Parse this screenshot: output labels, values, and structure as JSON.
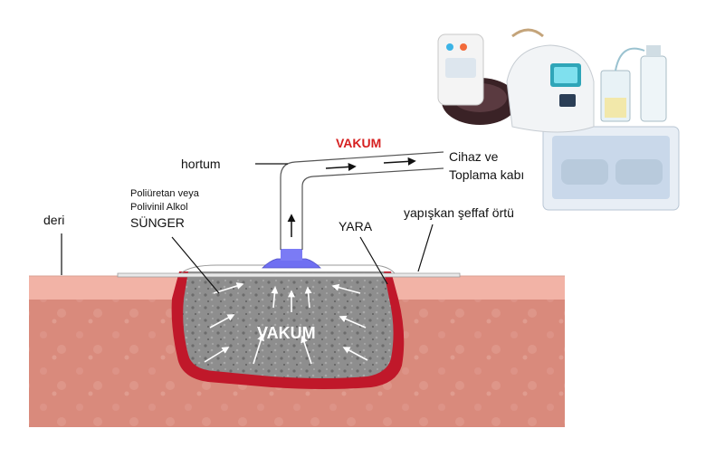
{
  "labels": {
    "vacuum_top": "VAKUM",
    "device_line1": "Cihaz ve",
    "device_line2": "Toplama kabı",
    "tube": "hortum",
    "foam_line1": "Poliüretan veya",
    "foam_line2": "Polivinil Alkol",
    "foam_line3": "SÜNGER",
    "skin": "deri",
    "wound": "YARA",
    "drape": "yapışkan şeffaf örtü",
    "vacuum_center": "VAKUM"
  },
  "colors": {
    "vacuum_red": "#d62020",
    "skin_top": "#f2b3a6",
    "skin_deep": "#d98a7c",
    "wound_edge": "#c0182a",
    "foam": "#8e8e8e",
    "connector": "#6f6ff2"
  },
  "icons": {
    "device_photo": "npwt-device-photo"
  }
}
